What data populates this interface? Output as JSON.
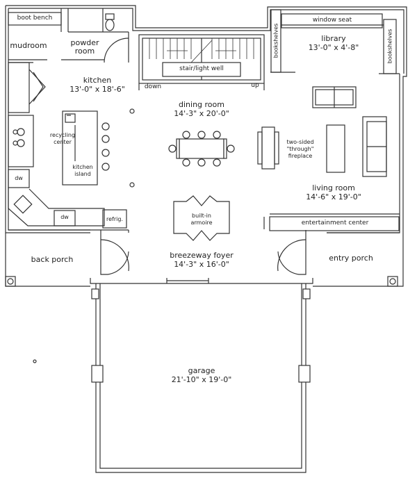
{
  "rooms": {
    "boot_bench": "boot bench",
    "mudroom": "mudroom",
    "powder_room": [
      "powder",
      "room"
    ],
    "kitchen": {
      "name": "kitchen",
      "size": "13'-0\" x 18'-6\""
    },
    "recycling_center": [
      "recycling",
      "center"
    ],
    "kitchen_island": [
      "kitchen",
      "island"
    ],
    "dw_left": "dw",
    "dw_bottom": "dw",
    "refrig": "refrig.",
    "stair_well": "stair/light well",
    "stair_down": "down",
    "stair_up": "up",
    "dining_room": {
      "name": "dining room",
      "size": "14'-3\" x 20'-0\""
    },
    "window_seat": "window seat",
    "bookshelves_left": "bookshelves",
    "bookshelves_right": "bookshelves",
    "library": {
      "name": "library",
      "size": "13'-0\" x 4'-8\""
    },
    "fireplace": [
      "two-sided",
      "\"through\"",
      "fireplace"
    ],
    "living_room": {
      "name": "living room",
      "size": "14'-6\" x 19'-0\""
    },
    "entertainment_center": "entertainment center",
    "armoire": [
      "built-in",
      "armoire"
    ],
    "back_porch": "back porch",
    "breezeway_foyer": {
      "name": "breezeway foyer",
      "size": "14'-3\" x 16'-0\""
    },
    "entry_porch": "entry porch",
    "garage": {
      "name": "garage",
      "size": "21'-10\" x 19'-0\""
    }
  },
  "colors": {
    "line": "#333333",
    "wall_fill": "#ffffff",
    "background": "#ffffff"
  }
}
